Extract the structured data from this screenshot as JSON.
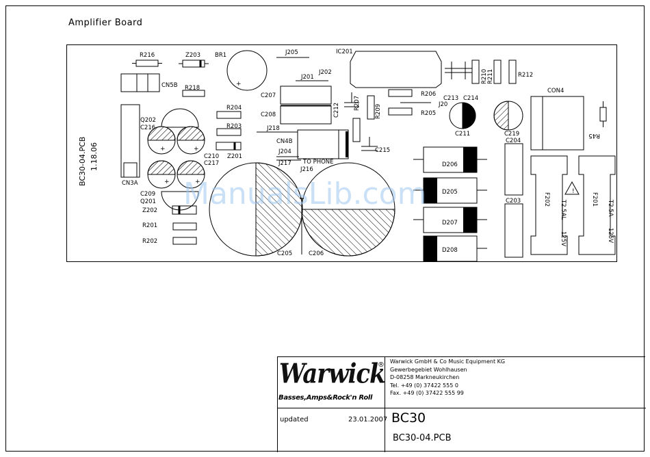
{
  "sheet": {
    "title": "Amplifier Board"
  },
  "board": {
    "pcb_name": "BC30-04.PCB",
    "date": "1.18.06",
    "labels": {
      "R216": "R216",
      "Z203": "Z203",
      "BR1": "BR1",
      "J205": "J205",
      "IC201": "IC201",
      "R210": "R210",
      "R211": "R211",
      "R212": "R212",
      "CN5B": "CN5B",
      "R218": "R218",
      "J201": "J201",
      "J202": "J202",
      "C207": "C207",
      "R206": "R206",
      "C213": "C213",
      "C214": "C214",
      "CON4": "CON4",
      "C208": "C208",
      "C212": "C212",
      "R207": "R207",
      "R209": "R209",
      "J20": "J20",
      "R205": "R205",
      "R204": "R204",
      "Q202": "Q202",
      "C216": "C216",
      "R203": "R203",
      "J218": "J218",
      "C211": "C211",
      "C219": "C219",
      "C204": "C204",
      "R45": "R45",
      "CN4B": "CN4B",
      "Z201": "Z201",
      "C210": "C210",
      "C217": "C217",
      "J204": "J204",
      "C215": "C215",
      "TO_PHONE": "TO PHONE",
      "J217": "J217",
      "J216": "J216",
      "D206": "D206",
      "CN3A": "CN3A",
      "D205": "D205",
      "F202": "F202",
      "F201": "F201",
      "T25AL": "T2.5AL",
      "V125a": "125V",
      "T25A": "T2.5A",
      "V125b": "125V",
      "C209": "C209",
      "Q201": "Q201",
      "Z202": "Z202",
      "C203": "C203",
      "R201": "R201",
      "D207": "D207",
      "R202": "R202",
      "D208": "D208",
      "C205": "C205",
      "C206": "C206"
    },
    "watermark": "ManualsLib.com"
  },
  "title_block": {
    "logo": "Warwick",
    "logo_reg": "®",
    "tagline": "Basses,Amps&Rock'n Roll",
    "company_lines": [
      "Warwick GmbH & Co Music Equipment KG",
      "Gewerbegebiet Wohlhausen",
      "D-08258 Markneukirchen",
      "Tel. +49 (0) 37422 555 0",
      "Fax. +49 (0) 37422 555 99"
    ],
    "updated_label": "updated",
    "updated_date": "23.01.2007",
    "model": "BC30",
    "pcb": "BC30-04.PCB"
  }
}
